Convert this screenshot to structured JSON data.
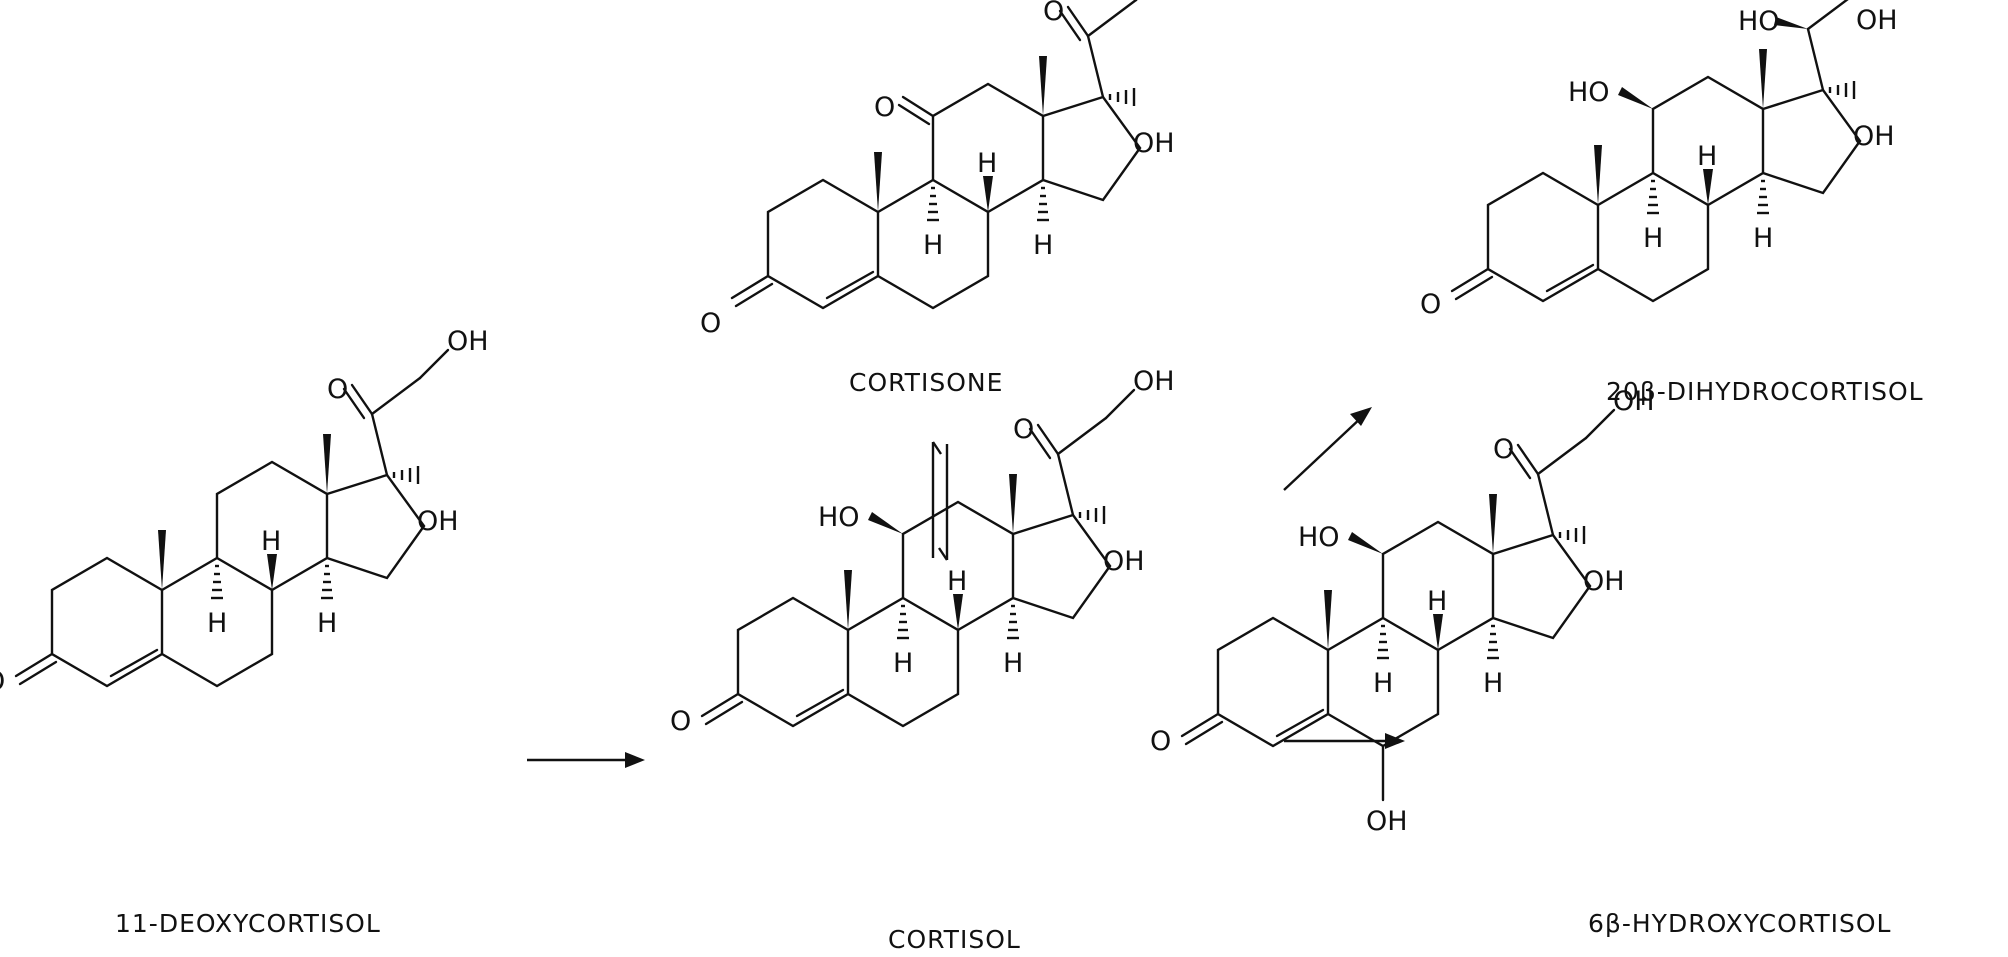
{
  "compounds": {
    "deoxycortisol": {
      "name": "11-DEOXYCORTISOL"
    },
    "cortisone": {
      "name": "CORTISONE"
    },
    "cortisol": {
      "name": "CORTISOL"
    },
    "dihydrocortisol": {
      "name": "20β-DIHYDROCORTISOL"
    },
    "hydroxycortisol": {
      "name": "6β-HYDROXYCORTISOL"
    }
  },
  "atoms": {
    "O": "O",
    "OH": "OH",
    "HO": "HO",
    "H": "H"
  },
  "colors": {
    "ink": "#111111",
    "background": "#ffffff"
  }
}
